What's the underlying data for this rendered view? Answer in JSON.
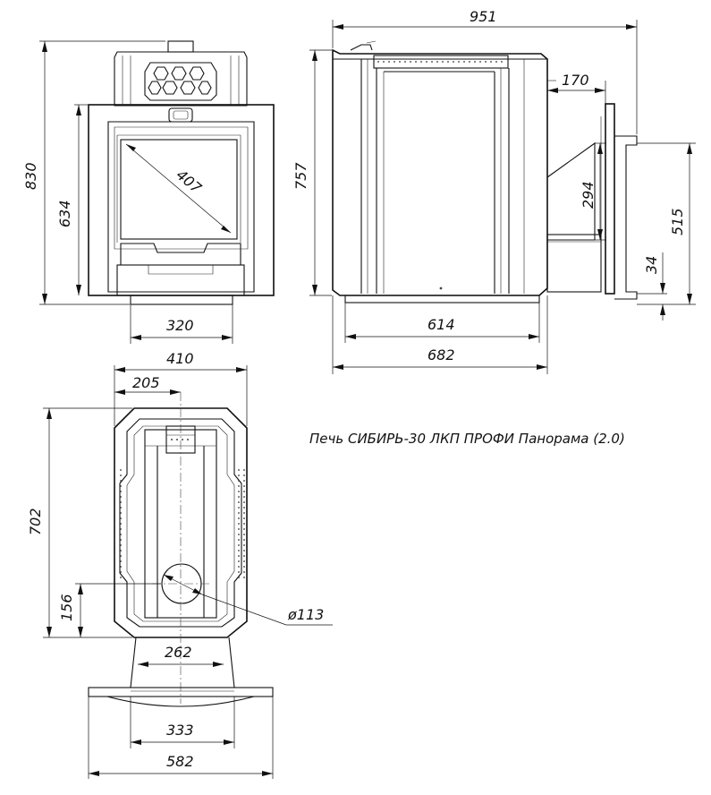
{
  "title": "Печь СИБИРЬ-30 ЛКП ПРОФИ Панорама (2.0)",
  "front_view": {
    "height_total": "830",
    "height_body": "634",
    "glass_diagonal": "407",
    "leg_width": "320"
  },
  "side_view": {
    "depth_total": "951",
    "tunnel_length": "170",
    "height_body": "757",
    "opening_height": "294",
    "tunnel_top": "515",
    "tunnel_base": "34",
    "base_width": "614",
    "body_depth": "682"
  },
  "top_view": {
    "width_total": "410",
    "chimney_axis": "205",
    "depth": "702",
    "chimney_offset": "156",
    "chimney_diameter": "ø113",
    "tunnel_width": "262",
    "frame_width": "333",
    "panel_width": "582"
  }
}
